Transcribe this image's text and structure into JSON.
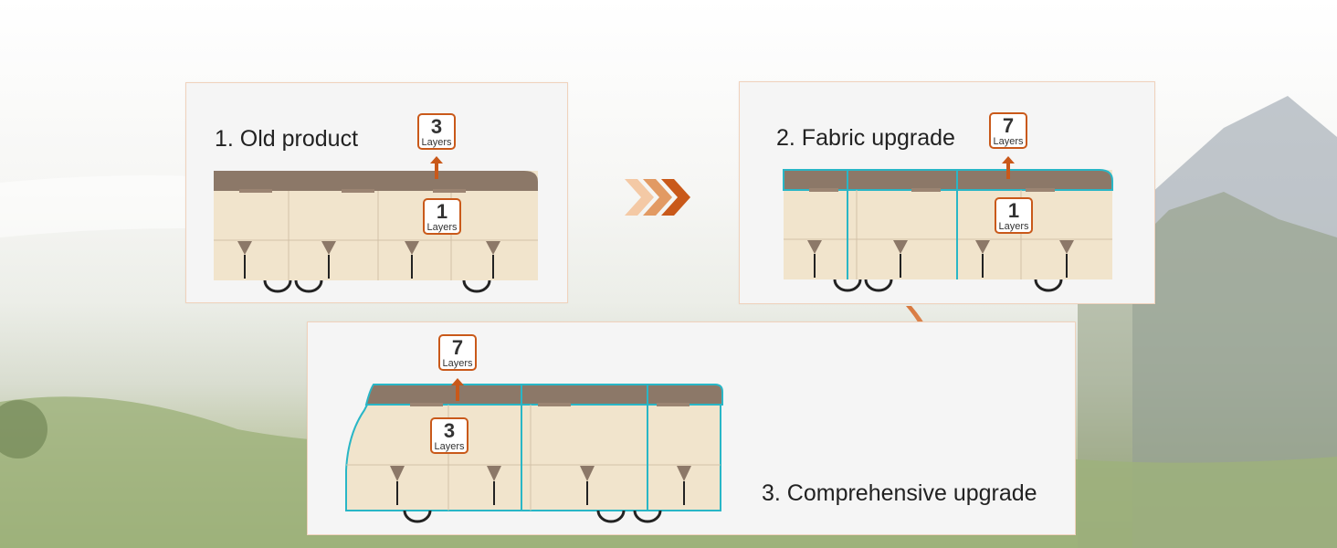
{
  "steps": [
    {
      "title": "1. Old product",
      "outer": {
        "num": "3",
        "unit": "Layers"
      },
      "inner": {
        "num": "1",
        "unit": "Layers"
      }
    },
    {
      "title": "2. Fabric upgrade",
      "outer": {
        "num": "7",
        "unit": "Layers"
      },
      "inner": {
        "num": "1",
        "unit": "Layers"
      }
    },
    {
      "title": "3. Comprehensive upgrade",
      "outer": {
        "num": "7",
        "unit": "Layers"
      },
      "inner": {
        "num": "3",
        "unit": "Layers"
      }
    }
  ],
  "colors": {
    "accent": "#c9591a",
    "roof": "#8c7868",
    "body": "#f1e4cc",
    "seam": "#29b6c6",
    "panel_border": "#f0d2bc"
  },
  "icons": [
    "chevron-right-icon",
    "curved-arrow-icon",
    "arrow-up-icon"
  ]
}
